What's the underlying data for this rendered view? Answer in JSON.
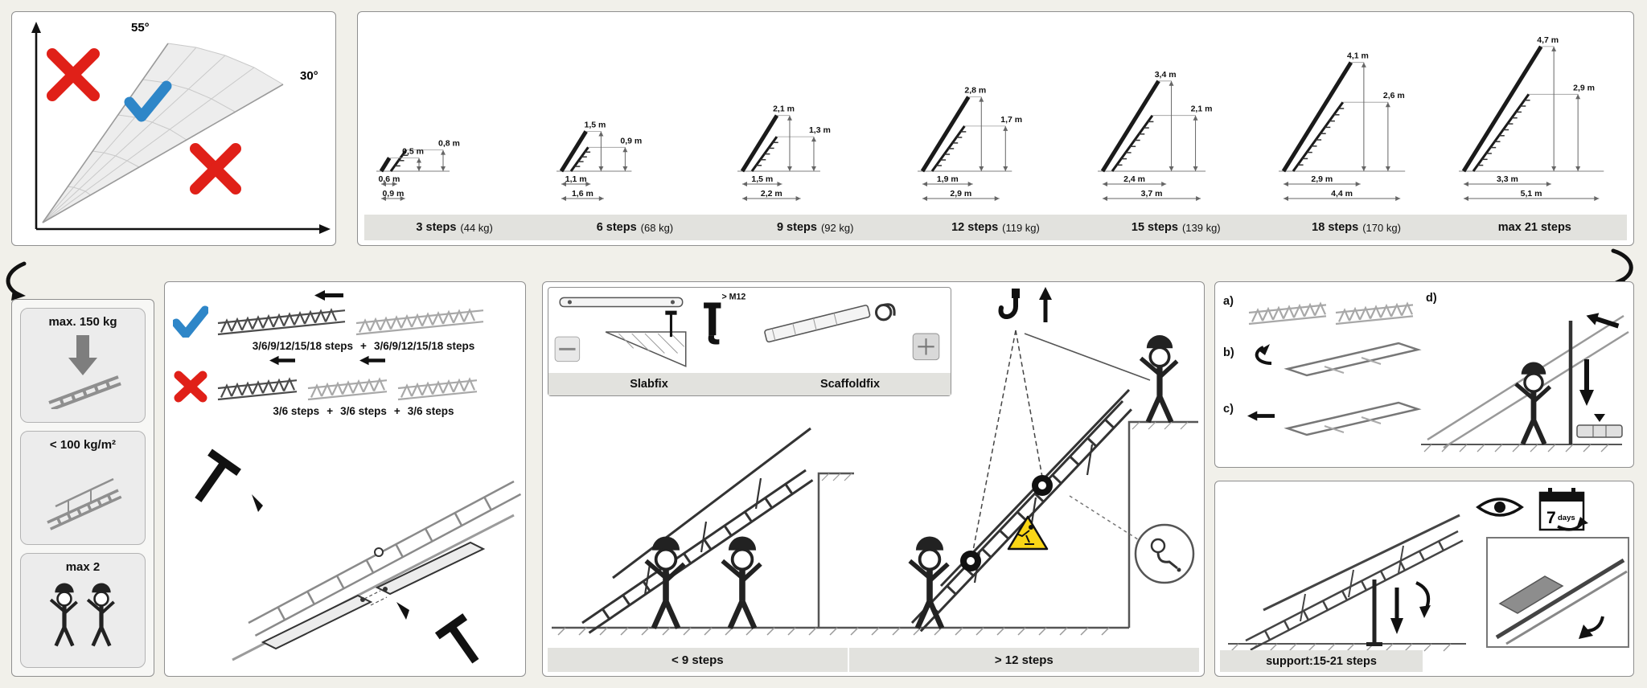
{
  "colors": {
    "red": "#e02018",
    "blue": "#2e86c8",
    "warning_yellow": "#f9d616",
    "bar_gray": "#e2e2de"
  },
  "angle_chart": {
    "max_angle": "55°",
    "min_angle": "30°"
  },
  "steps_chart": {
    "type": "diagram-series",
    "configs": [
      {
        "label": "3 steps",
        "weight": "(44 kg)",
        "h1": "0,5 m",
        "h2": "0,8 m",
        "w1": "0,6 m",
        "w2": "0,9 m"
      },
      {
        "label": "6 steps",
        "weight": "(68 kg)",
        "h1": "1,5 m",
        "h2": "0,9 m",
        "w1": "1,1 m",
        "w2": "1,6 m"
      },
      {
        "label": "9 steps",
        "weight": "(92 kg)",
        "h1": "2,1 m",
        "h2": "1,3 m",
        "w1": "1,5 m",
        "w2": "2,2 m"
      },
      {
        "label": "12 steps",
        "weight": "(119 kg)",
        "h1": "2,8 m",
        "h2": "1,7 m",
        "w1": "1,9 m",
        "w2": "2,9 m"
      },
      {
        "label": "15 steps",
        "weight": "(139 kg)",
        "h1": "3,4 m",
        "h2": "2,1 m",
        "w1": "2,4 m",
        "w2": "3,7 m"
      },
      {
        "label": "18 steps",
        "weight": "(170 kg)",
        "h1": "4,1 m",
        "h2": "2,6 m",
        "w1": "2,9 m",
        "w2": "4,4 m"
      },
      {
        "label": "max 21 steps",
        "weight": "",
        "h1": "4,7 m",
        "h2": "2,9 m",
        "w1": "3,3 m",
        "w2": "5,1 m"
      }
    ]
  },
  "limits": {
    "max_point_load": "max. 150 kg",
    "max_area_load": "< 100 kg/m²",
    "max_persons": "max 2"
  },
  "combination": {
    "allowed": {
      "part1": "3/6/9/12/15/18 steps",
      "plus": "+",
      "part2": "3/6/9/12/15/18 steps"
    },
    "forbidden": {
      "part1": "3/6 steps",
      "plus1": "+",
      "part2": "3/6 steps",
      "plus2": "+",
      "part3": "3/6 steps"
    }
  },
  "fixing": {
    "slabfix": "Slabfix",
    "scaffoldfix": "Scaffoldfix",
    "bolt": "> M12"
  },
  "transport": {
    "carry_label": "< 9 steps",
    "crane_label": "> 12 steps"
  },
  "assembly": {
    "step_a": "a)",
    "step_b": "b)",
    "step_c": "c)",
    "step_d": "d)"
  },
  "support": {
    "label": "support:15-21 steps",
    "inspection_days_number": "7",
    "inspection_days_unit": "days"
  }
}
